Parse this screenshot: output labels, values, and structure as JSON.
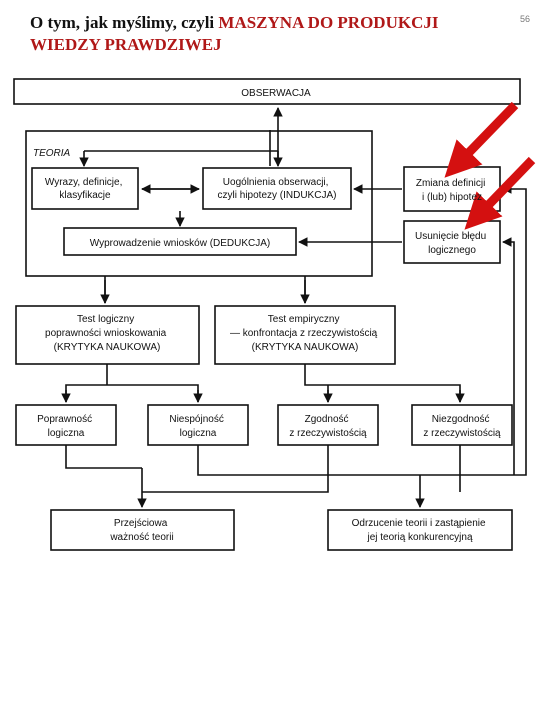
{
  "slide": {
    "title_prefix": "O tym, jak myślimy, czyli ",
    "title_highlight": "MASZYNA DO PRODUKCJI WIEDZY PRAWDZIWEJ",
    "page_number": "56"
  },
  "diagram": {
    "observation": "OBSERWACJA",
    "theory_label": "TEORIA",
    "terms": [
      "Wyrazy, definicje,",
      "klasyfikacje"
    ],
    "generalizations": [
      "Uogólnienia obserwacji,",
      "czyli hipotezy (INDUKCJA)"
    ],
    "deduction": "Wyprowadzenie wniosków (DEDUKCJA)",
    "definition_change": [
      "Zmiana definicji",
      "i (lub) hipotez"
    ],
    "logic_fix": [
      "Usunięcie błędu",
      "logicznego"
    ],
    "logical_test": [
      "Test logiczny",
      "poprawności wnioskowania",
      "(KRYTYKA NAUKOWA)"
    ],
    "empirical_test": [
      "Test empiryczny",
      "— konfrontacja z rzeczywistością",
      "(KRYTYKA NAUKOWA)"
    ],
    "logical_correctness": [
      "Poprawność",
      "logiczna"
    ],
    "logical_inconsistency": [
      "Niespójność",
      "logiczna"
    ],
    "reality_agreement": [
      "Zgodność",
      "z rzeczywistością"
    ],
    "reality_disagreement": [
      "Niezgodność",
      "z rzeczywistością"
    ],
    "provisional_validity": [
      "Przejściowa",
      "ważność teorii"
    ],
    "theory_rejection": [
      "Odrzucenie teorii i zastąpienie",
      "jej teorią konkurencyjną"
    ]
  },
  "colors": {
    "highlight": "#b01818",
    "annotation_arrow": "#d41010",
    "box_stroke": "#111111"
  }
}
